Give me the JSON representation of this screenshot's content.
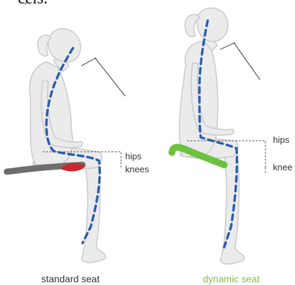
{
  "header_fragment": "eels.",
  "header_small_fragment": "ᵘᴮ ᵃ",
  "left_panel": {
    "hips_label": "hips",
    "knees_label": "knees",
    "caption": "standard seat",
    "seat_color": "#6e6e6e",
    "highlight_color": "#c8282d"
  },
  "right_panel": {
    "hips_label": "hips",
    "knees_label": "knee",
    "caption": "dynamic seat",
    "seat_color": "#6cc13f",
    "caption_color": "#7fbf3f"
  },
  "colors": {
    "body_fill": "#ebebeb",
    "body_outline": "#c9c9c9",
    "spine_line": "#2a5db0",
    "guide_line": "#555555"
  }
}
